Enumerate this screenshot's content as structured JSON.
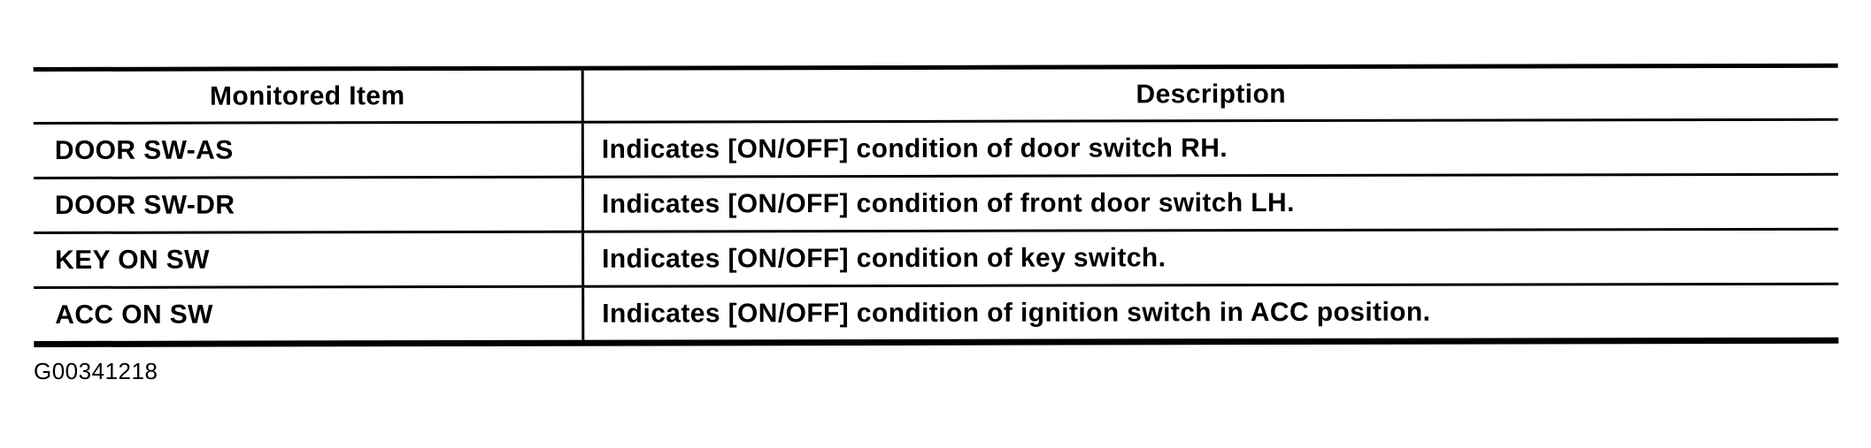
{
  "table": {
    "header": {
      "monitored_item": "Monitored Item",
      "description": "Description"
    },
    "rows": [
      {
        "item": "DOOR SW-AS",
        "description": "Indicates [ON/OFF] condition of door switch RH."
      },
      {
        "item": "DOOR SW-DR",
        "description": "Indicates [ON/OFF] condition of front door switch LH."
      },
      {
        "item": "KEY ON SW",
        "description": "Indicates [ON/OFF] condition of key switch."
      },
      {
        "item": "ACC ON SW",
        "description": "Indicates [ON/OFF] condition of ignition switch in ACC position."
      }
    ]
  },
  "footer": {
    "figure_id": "G00341218"
  },
  "colors": {
    "ink": "#000000",
    "paper": "#ffffff"
  }
}
